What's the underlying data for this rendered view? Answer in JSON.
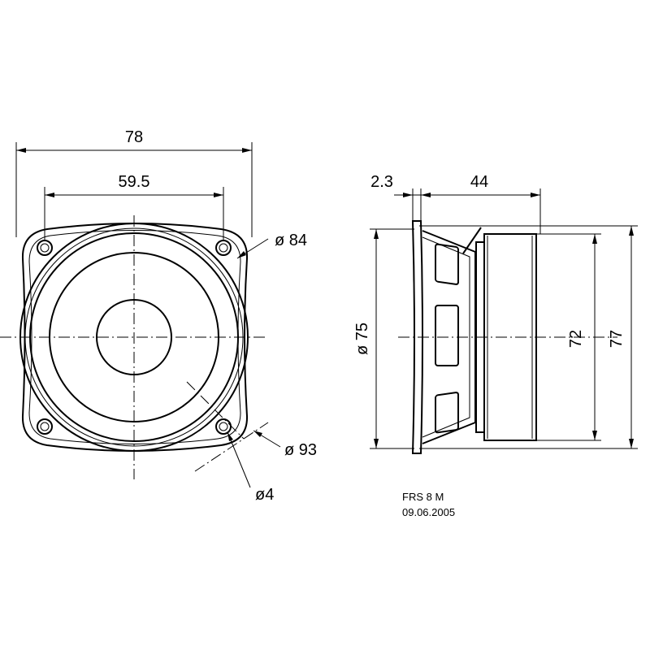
{
  "front_view": {
    "width_overall": "78",
    "hole_spacing": "59.5",
    "diameter_inner": "ø 84",
    "diameter_outer": "ø 93",
    "hole_diameter": "ø4"
  },
  "side_view": {
    "flange_thickness": "2.3",
    "depth": "44",
    "diameter_frame": "ø 75",
    "height_magnet": "72",
    "height_overall": "77"
  },
  "title_block": {
    "model": "FRS 8 M",
    "date": "09.06.2005"
  }
}
